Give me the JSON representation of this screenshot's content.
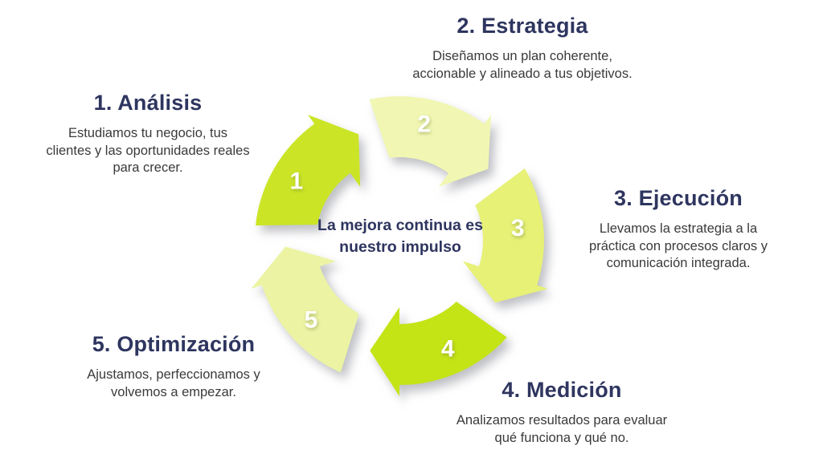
{
  "steps": [
    {
      "number": "1",
      "title": "1. Análisis",
      "description": "Estudiamos tu negocio, tus\nclientes y las oportunidades reales\npara crecer."
    },
    {
      "number": "2",
      "title": "2. Estrategia",
      "description": "Diseñamos un plan coherente,\naccionable y alineado a tus objetivos."
    },
    {
      "number": "3",
      "title": "3. Ejecución",
      "description": "Llevamos la estrategia a la\npráctica con procesos claros y\ncomunicación integrada."
    },
    {
      "number": "4",
      "title": "4. Medición",
      "description": "Analizamos resultados para evaluar\nqué funciona y qué no."
    },
    {
      "number": "5",
      "title": "5. Optimización",
      "description": "Ajustamos, perfeccionamos y\nvolvemos a empezar."
    }
  ],
  "cycle": {
    "center_text": "La mejora continua es\nnuestro impulso",
    "direction": "clockwise",
    "number_color": "#ffffff",
    "span_deg": 48,
    "arrows": [
      {
        "number": "1",
        "color": "#cbe526",
        "tail_deg": 276
      },
      {
        "number": "2",
        "color": "#f1f7b2",
        "tail_deg": 348
      },
      {
        "number": "3",
        "color": "#e6f176",
        "tail_deg": 60
      },
      {
        "number": "4",
        "color": "#c4e416",
        "tail_deg": 132
      },
      {
        "number": "5",
        "color": "#ecf4a4",
        "tail_deg": 204
      }
    ]
  },
  "colors": {
    "background": "#ffffff",
    "heading": "#2e355f",
    "body_text": "#3a3a3a",
    "center_text": "#2e355f"
  }
}
